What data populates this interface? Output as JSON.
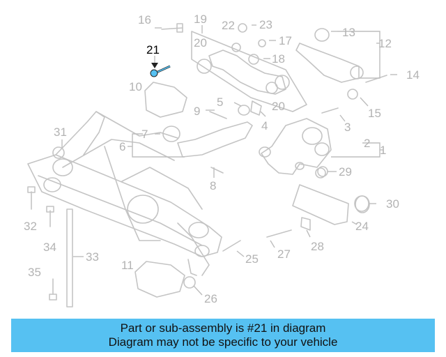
{
  "diagram": {
    "highlight_color": "#56c1f2",
    "callouts": [
      {
        "id": "1",
        "label": "1"
      },
      {
        "id": "2",
        "label": "2"
      },
      {
        "id": "3",
        "label": "3"
      },
      {
        "id": "4",
        "label": "4"
      },
      {
        "id": "5",
        "label": "5"
      },
      {
        "id": "6",
        "label": "6"
      },
      {
        "id": "7",
        "label": "7"
      },
      {
        "id": "8",
        "label": "8"
      },
      {
        "id": "9",
        "label": "9"
      },
      {
        "id": "10",
        "label": "10"
      },
      {
        "id": "11",
        "label": "11"
      },
      {
        "id": "12",
        "label": "12"
      },
      {
        "id": "13",
        "label": "13"
      },
      {
        "id": "14",
        "label": "14"
      },
      {
        "id": "15",
        "label": "15"
      },
      {
        "id": "16",
        "label": "16"
      },
      {
        "id": "17",
        "label": "17"
      },
      {
        "id": "18",
        "label": "18"
      },
      {
        "id": "19",
        "label": "19"
      },
      {
        "id": "20a",
        "label": "20"
      },
      {
        "id": "20b",
        "label": "20"
      },
      {
        "id": "21",
        "label": "21"
      },
      {
        "id": "22",
        "label": "22"
      },
      {
        "id": "23",
        "label": "23"
      },
      {
        "id": "24",
        "label": "24"
      },
      {
        "id": "25",
        "label": "25"
      },
      {
        "id": "26",
        "label": "26"
      },
      {
        "id": "27",
        "label": "27"
      },
      {
        "id": "28",
        "label": "28"
      },
      {
        "id": "29",
        "label": "29"
      },
      {
        "id": "30",
        "label": "30"
      },
      {
        "id": "31",
        "label": "31"
      },
      {
        "id": "32",
        "label": "32"
      },
      {
        "id": "33",
        "label": "33"
      },
      {
        "id": "34",
        "label": "34"
      },
      {
        "id": "35",
        "label": "35"
      }
    ]
  },
  "banner": {
    "line1": "Part or sub-assembly is #21 in diagram",
    "line2": "Diagram may not be specific to your vehicle"
  }
}
